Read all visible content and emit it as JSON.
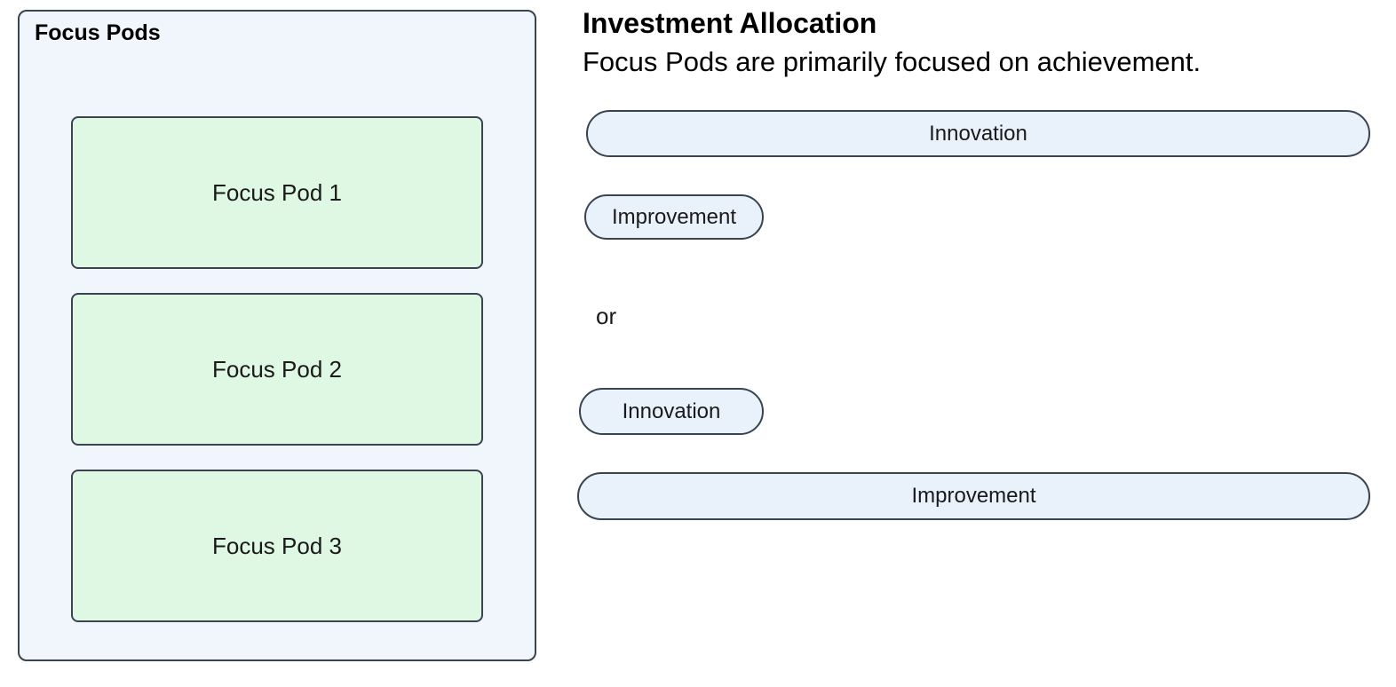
{
  "colors": {
    "panel_fill": "#f1f6fc",
    "pod_fill": "#def8e3",
    "pill_fill": "#e9f1fb",
    "border": "#3a4350",
    "text": "#1a1a1a",
    "heading": "#000000",
    "page_bg": "#ffffff"
  },
  "panel": {
    "title": "Focus Pods",
    "pods": [
      {
        "label": "Focus Pod 1"
      },
      {
        "label": "Focus Pod 2"
      },
      {
        "label": "Focus Pod 3"
      }
    ]
  },
  "main": {
    "title": "Investment Allocation",
    "subtitle": "Focus Pods are primarily focused on achievement.",
    "or_label": "or",
    "options": [
      {
        "label": "Innovation",
        "size": "wide"
      },
      {
        "label": "Improvement",
        "size": "small"
      },
      {
        "label": "Innovation",
        "size": "small"
      },
      {
        "label": "Improvement",
        "size": "wide"
      }
    ]
  }
}
